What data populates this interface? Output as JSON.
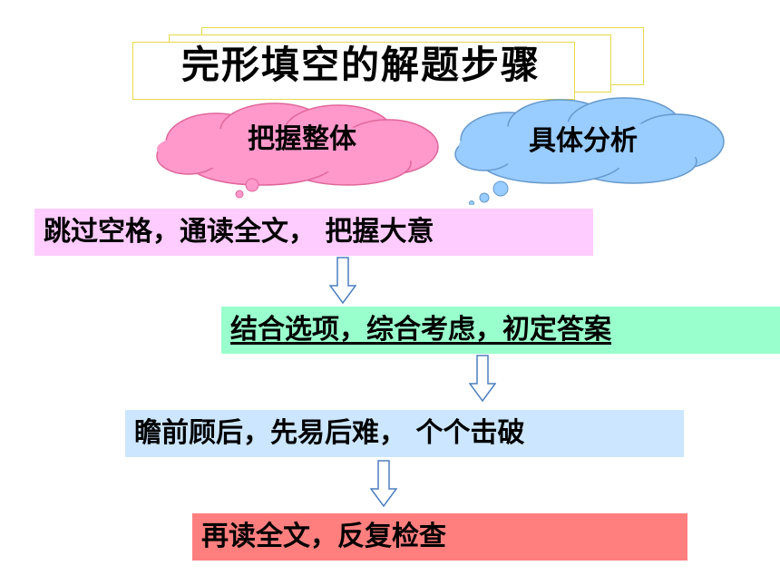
{
  "title": "完形填空的解题步骤",
  "clouds": [
    {
      "label": "把握整体",
      "color": "#ff99cc",
      "stroke": "#e0669a"
    },
    {
      "label": "具体分析",
      "color": "#99ccff",
      "stroke": "#6699cc"
    }
  ],
  "steps": [
    {
      "text": "跳过空格，通读全文， 把握大意",
      "color": "#ffccff"
    },
    {
      "text": "结合选项，综合考虑，初定答案",
      "color": "#99ffcc"
    },
    {
      "text": "瞻前顾后，先易后难， 个个击破",
      "color": "#cce6ff"
    },
    {
      "text": "再读全文，反复检查",
      "color": "#ff7f7f"
    }
  ],
  "arrow_color": "#4d7fbf"
}
